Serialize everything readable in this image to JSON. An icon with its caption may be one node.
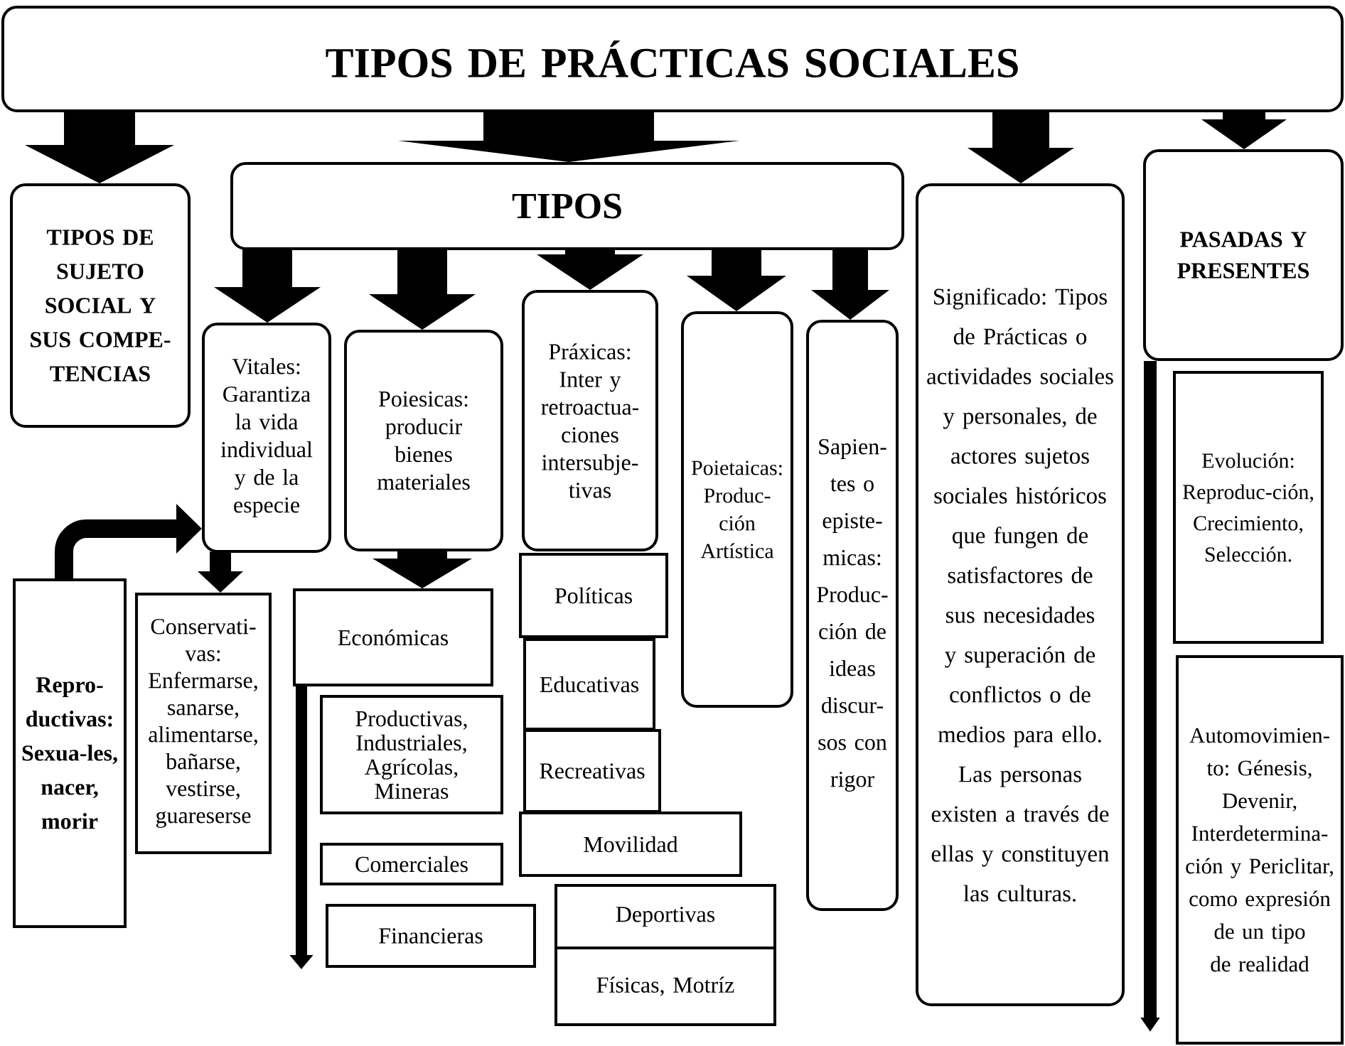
{
  "diagram": {
    "nodes": [
      {
        "text": [
          "TIPOS DE PRÁCTICAS SOCIALES"
        ]
      },
      {
        "text": [
          "TIPOS"
        ]
      },
      {
        "text": [
          "TIPOS DE SUJETO SOCIAL Y SUS COMPE-TENCIAS"
        ]
      },
      {
        "text": [
          "Vitales: Garantiza la vida individual y de la especie"
        ]
      },
      {
        "text": [
          "Poiesicas: producir bienes materiales"
        ]
      },
      {
        "text": [
          "Práxicas: Inter y retroactua-ciones intersubje-tivas"
        ]
      },
      {
        "text": [
          "Poietaicas: Produc-ción Artística"
        ]
      },
      {
        "text": [
          "Sapien-tes o episte-micas: Produc-ción de ideas discur-sos con rigor"
        ]
      },
      {
        "text": [
          "Significado: Tipos de Prácticas o actividades sociales y personales, de actores sujetos sociales históricos que fungen de satisfactores de sus necesidades y superación de conflictos o de medios para ello. Las personas existen a través de ellas y constituyen las culturas."
        ]
      },
      {
        "text": [
          "PASADAS Y PRESENTES"
        ]
      },
      {
        "text": [
          "Repro-ductivas: Sexua-les, nacer, morir"
        ]
      },
      {
        "text": [
          "Conservati-vas: Enfermarse, sanarse, alimentarse, bañarse, vestirse, guareserse"
        ]
      },
      {
        "text": [
          "Económicas"
        ]
      },
      {
        "text": [
          "Productivas, Industriales, Agrícolas, Mineras"
        ]
      },
      {
        "text": [
          "Comerciales"
        ]
      },
      {
        "text": [
          "Financieras"
        ]
      },
      {
        "text": [
          "Políticas"
        ]
      },
      {
        "text": [
          "Educativas"
        ]
      },
      {
        "text": [
          "Recreativas"
        ]
      },
      {
        "text": [
          "Movilidad"
        ]
      },
      {
        "text": [
          "Deportivas"
        ]
      },
      {
        "text": [
          "Físicas, Motríz"
        ]
      },
      {
        "text": [
          "Evolución: Reproduc-ción, Crecimiento, Selección."
        ]
      },
      {
        "text": [
          "Automovimien-to: Génesis, Devenir, Interdetermina-ción y Periclitar, como expresión de un tipo de realidad"
        ]
      }
    ],
    "edges": [
      {
        "from": 0,
        "to": 2,
        "arrow": "to"
      },
      {
        "from": 0,
        "to": 1,
        "arrow": "to",
        "style": "thick"
      },
      {
        "from": 0,
        "to": 8,
        "arrow": "to"
      },
      {
        "from": 0,
        "to": 9,
        "arrow": "to"
      },
      {
        "from": 1,
        "to": 3,
        "arrow": "to"
      },
      {
        "from": 1,
        "to": 4,
        "arrow": "to"
      },
      {
        "from": 1,
        "to": 5,
        "arrow": "to"
      },
      {
        "from": 1,
        "to": 6,
        "arrow": "to"
      },
      {
        "from": 1,
        "to": 7,
        "arrow": "to"
      },
      {
        "from": 3,
        "to": 11,
        "arrow": "to"
      },
      {
        "from": 4,
        "to": 12,
        "arrow": "to"
      },
      {
        "from": 10,
        "to": 3,
        "arrow": "to"
      },
      {
        "from": 12,
        "to": null,
        "arrow": "to"
      },
      {
        "from": 9,
        "to": null,
        "arrow": "to"
      }
    ]
  }
}
